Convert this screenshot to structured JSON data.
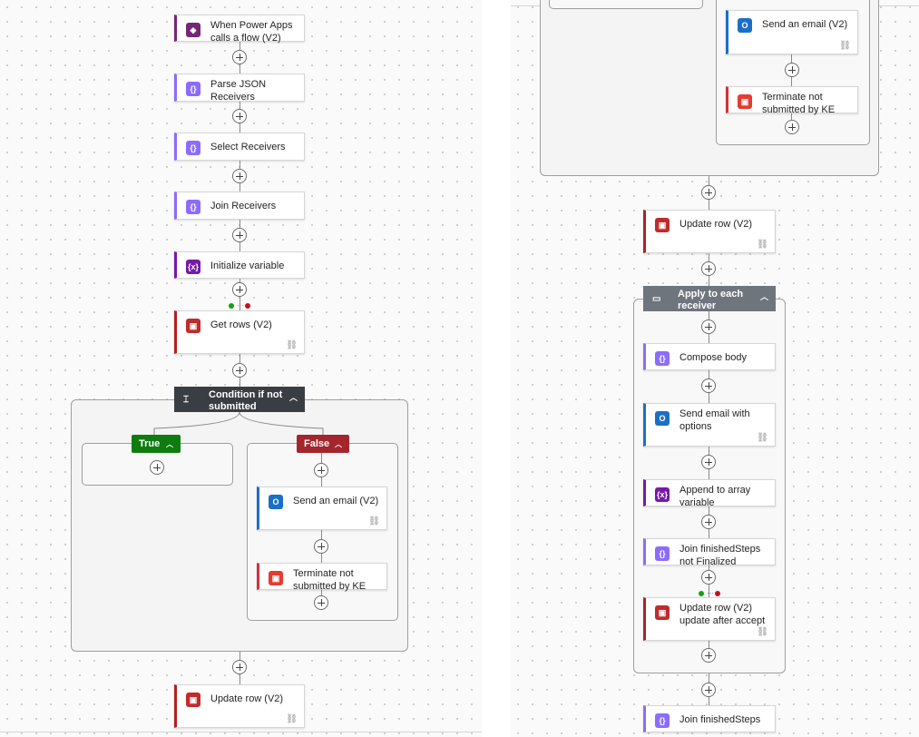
{
  "left": {
    "trigger": {
      "label": "When Power Apps calls a flow (V2)",
      "icon": "power-apps-icon"
    },
    "parse_json": {
      "label": "Parse JSON Receivers",
      "icon": "data-operation-icon"
    },
    "select": {
      "label": "Select Receivers",
      "icon": "data-operation-icon"
    },
    "join": {
      "label": "Join Receivers",
      "icon": "data-operation-icon"
    },
    "init_var": {
      "label": "Initialize variable",
      "icon": "variable-icon"
    },
    "get_rows": {
      "label": "Get rows (V2)",
      "icon": "excel-icon"
    },
    "condition": {
      "title": "Condition if not submitted",
      "icon": "condition-icon"
    },
    "true_branch": {
      "label": "True"
    },
    "false_branch": {
      "label": "False"
    },
    "send_email": {
      "label": "Send an email (V2)",
      "icon": "outlook-icon"
    },
    "terminate": {
      "label": "Terminate not submitted by KE",
      "icon": "terminate-icon"
    },
    "update_row": {
      "label": "Update row (V2)",
      "icon": "excel-icon"
    }
  },
  "right": {
    "send_email": {
      "label": "Send an email (V2)",
      "icon": "outlook-icon"
    },
    "terminate": {
      "label": "Terminate not submitted by KE",
      "icon": "terminate-icon"
    },
    "update_row": {
      "label": "Update row (V2)",
      "icon": "excel-icon"
    },
    "apply_each": {
      "title": "Apply to each receiver",
      "icon": "loop-icon"
    },
    "compose_body": {
      "label": "Compose body",
      "icon": "data-operation-icon"
    },
    "send_options": {
      "label": "Send email with options",
      "icon": "outlook-icon"
    },
    "append_array": {
      "label": "Append to array variable",
      "icon": "variable-icon"
    },
    "join_finished": {
      "label": "Join finishedSteps not Finalized",
      "icon": "data-operation-icon"
    },
    "update_row_accept": {
      "label": "Update row (V2) update after accept",
      "icon": "excel-icon"
    },
    "join_steps": {
      "label": "Join finishedSteps",
      "icon": "data-operation-icon"
    }
  },
  "colors": {
    "success": "#13a10e",
    "failure": "#c50f1f",
    "true_branch": "#107c10",
    "false_branch": "#a4262c",
    "header": "#3a3d42"
  }
}
